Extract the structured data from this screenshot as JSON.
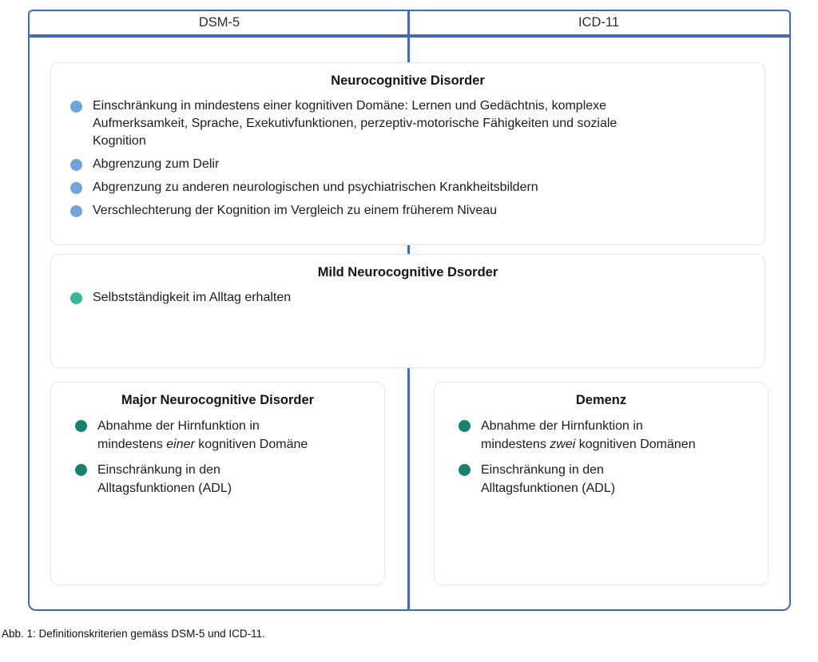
{
  "headers": [
    {
      "label": "DSM-5"
    },
    {
      "label": "ICD-11"
    }
  ],
  "boxes": [
    {
      "title": "Neurocognitive Disorder",
      "bullet_color": "#72a3da",
      "bullets": [
        {
          "pre": "Einschränkung in mindestens einer kognitiven Domäne: Lernen und Gedächtnis, komplexe\nAufmerksamkeit, Sprache, Exekutivfunktionen, perzeptiv-motorische Fähigkeiten und soziale\nKognition",
          "italic": "",
          "post": ""
        },
        {
          "pre": "Abgrenzung zum Delir",
          "italic": "",
          "post": ""
        },
        {
          "pre": "Abgrenzung zu anderen neurologischen und psychiatrischen Krankheitsbildern",
          "italic": "",
          "post": ""
        },
        {
          "pre": "Verschlechterung der Kognition im Vergleich zu einem früherem Niveau",
          "italic": "",
          "post": ""
        }
      ]
    },
    {
      "title": "Mild Neurocognitive Dsorder",
      "bullet_color": "#3cb495",
      "bullets": [
        {
          "pre": "Selbstständigkeit im Alltag erhalten",
          "italic": "",
          "post": ""
        }
      ]
    },
    {
      "title": "Major Neurocognitive Disorder",
      "bullet_color": "#19816f",
      "bullets": [
        {
          "pre": "Abnahme der Hirnfunktion in\nmindestens ",
          "italic": "einer",
          "post": " kognitiven Domäne"
        },
        {
          "pre": "Einschränkung in den\nAlltagsfunktionen (ADL)",
          "italic": "",
          "post": ""
        }
      ]
    },
    {
      "title": "Demenz",
      "bullet_color": "#19816f",
      "bullets": [
        {
          "pre": "Abnahme der Hirnfunktion in\nmindestens ",
          "italic": "zwei",
          "post": " kognitiven Domänen"
        },
        {
          "pre": "Einschränkung in den\nAlltagsfunktionen (ADL)",
          "italic": "",
          "post": ""
        }
      ]
    }
  ],
  "caption": "Abb. 1: Definitionskriterien gemäss DSM-5 und ICD-11.",
  "colors": {
    "blue": "#3e6cb7",
    "card_border": "#e4e6ea",
    "bullet_blue": "#72a3da",
    "bullet_teal": "#3cb495",
    "bullet_dark_teal": "#19816f",
    "text": "#1c1c1c"
  }
}
